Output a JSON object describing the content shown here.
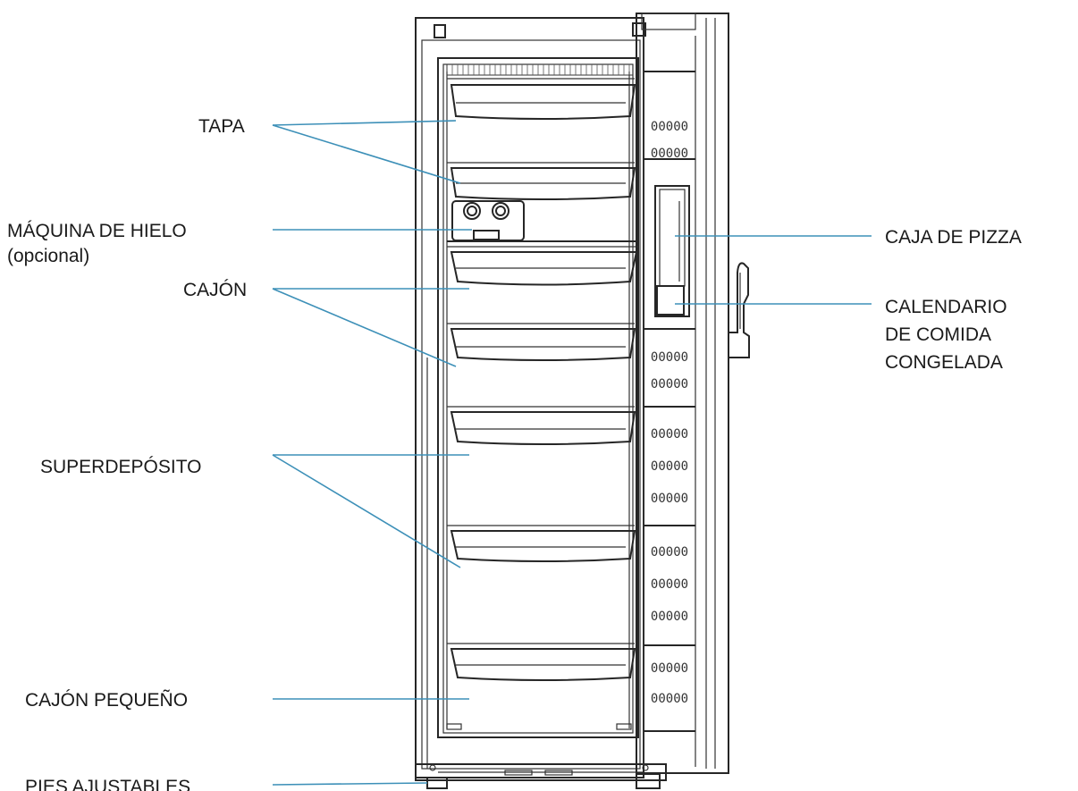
{
  "labels": {
    "tapa": "TAPA",
    "maquina_hielo": "MÁQUINA DE HIELO",
    "maquina_hielo_note": "(opcional)",
    "cajon": "CAJÓN",
    "superdeposito": "SUPERDEPÓSITO",
    "cajon_pequeno": "CAJÓN PEQUEÑO",
    "pies_ajustables": "PIES AJUSTABLES",
    "caja_pizza": "CAJA DE PIZZA",
    "calendario_1": "CALENDARIO",
    "calendario_2": "DE COMIDA",
    "calendario_3": "CONGELADA"
  },
  "door_bin_text": "00000",
  "colors": {
    "leader_line": "#3d90b8",
    "outline": "#262626",
    "text": "#1a1a1a"
  }
}
